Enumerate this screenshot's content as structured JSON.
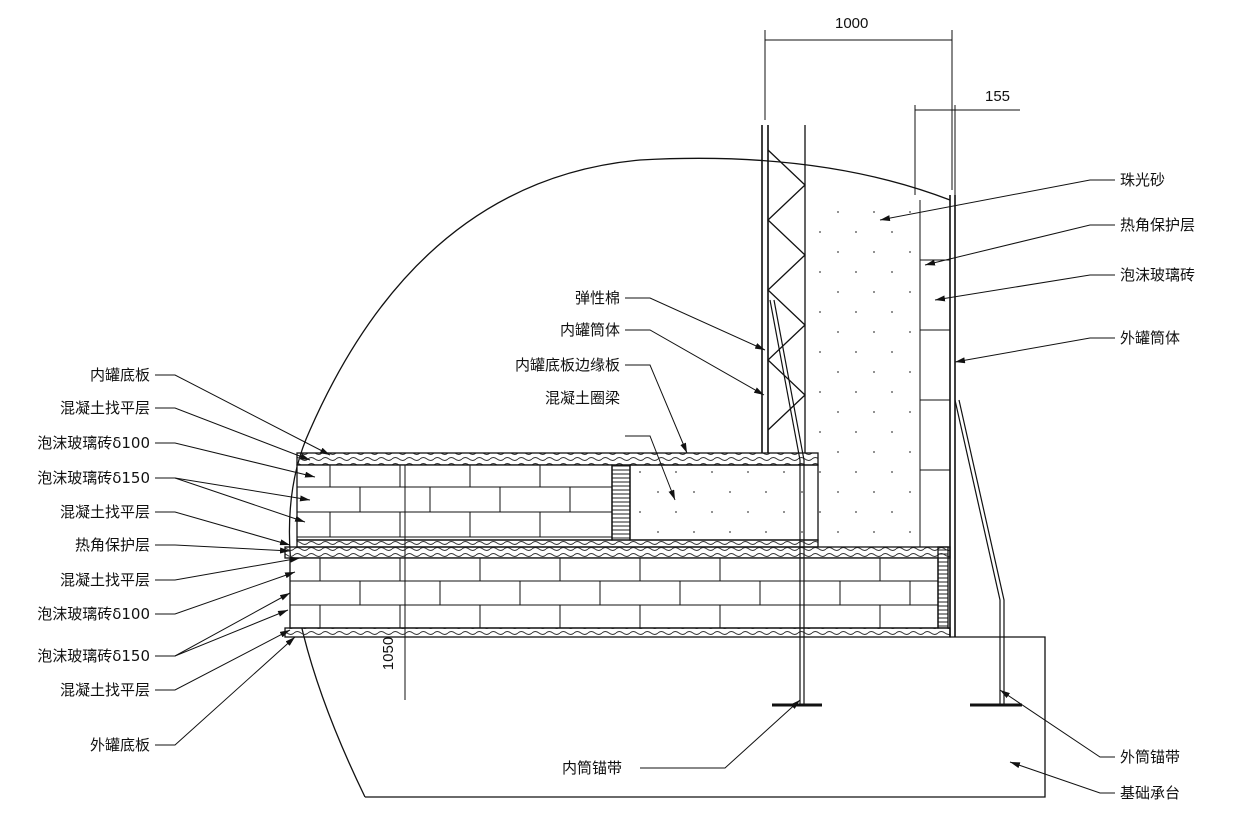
{
  "dimensions": {
    "top_width": "1000",
    "wall_gap": "155",
    "height": "1050"
  },
  "left_labels": [
    "内罐底板",
    "混凝土找平层",
    "泡沫玻璃砖δ100",
    "泡沫玻璃砖δ150",
    "混凝土找平层",
    "热角保护层",
    "混凝土找平层",
    "泡沫玻璃砖δ100",
    "泡沫玻璃砖δ150",
    "混凝土找平层",
    "外罐底板"
  ],
  "middle_labels": [
    "弹性棉",
    "内罐筒体",
    "内罐底板边缘板",
    "混凝土圈梁",
    "内筒锚带"
  ],
  "right_labels": [
    "珠光砂",
    "热角保护层",
    "泡沫玻璃砖",
    "外罐筒体",
    "外筒锚带",
    "基础承台"
  ]
}
